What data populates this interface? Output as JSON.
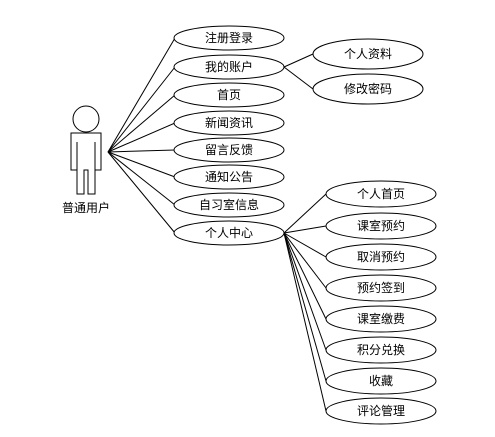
{
  "actor": {
    "label": "普通用户"
  },
  "use_cases": {
    "register_login": "注册登录",
    "my_account": "我的账户",
    "home": "首页",
    "news": "新闻资讯",
    "feedback": "留言反馈",
    "announcement": "通知公告",
    "study_room_info": "自习室信息",
    "personal_center": "个人中心"
  },
  "account_children": {
    "profile": "个人资料",
    "change_password": "修改密码"
  },
  "center_children": {
    "personal_home": "个人首页",
    "room_reservation": "课室预约",
    "cancel_reservation": "取消预约",
    "reservation_signin": "预约签到",
    "room_payment": "课室缴费",
    "points_exchange": "积分兑换",
    "favorites": "收藏",
    "comment_management": "评论管理"
  }
}
